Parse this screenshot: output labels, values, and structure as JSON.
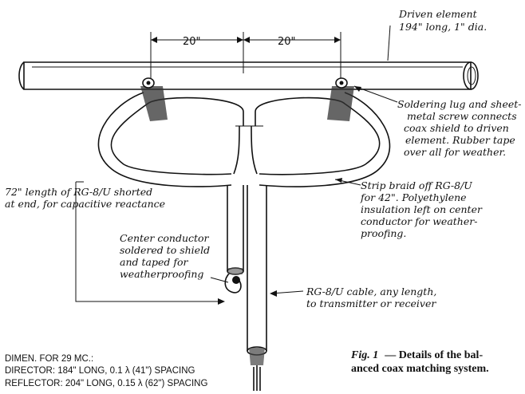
{
  "labels": {
    "driven_element": [
      "Driven element",
      "194\" long, 1\" dia."
    ],
    "dim_left": "20\"",
    "dim_right": "20\"",
    "soldering_lug": [
      "Soldering lug and sheet-",
      "metal screw connects",
      "coax shield to driven",
      "element. Rubber tape",
      "over all for weather."
    ],
    "shorted_length": [
      "72\" length of RG-8/U shorted",
      "at end, for capacitive reactance"
    ],
    "strip_braid": [
      "Strip braid off RG-8/U",
      "for 42\". Polyethylene",
      "insulation left on center",
      "conductor for weather-",
      "proofing."
    ],
    "center_conductor": [
      "Center conductor",
      "soldered to shield",
      "and taped for",
      "weatherproofing"
    ],
    "rg_cable": [
      "RG-8/U cable, any length,",
      "to transmitter or receiver"
    ]
  },
  "dimensions": {
    "heading": "DIMEN. FOR 29 MC.:",
    "director": "DIRECTOR: 184\" LONG, 0.1 λ (41\") SPACING",
    "reflector": "REFLECTOR: 204\" LONG, 0.15 λ (62\") SPACING"
  },
  "caption": {
    "fig": "Fig. 1",
    "line1": "— Details of the bal-",
    "line2": "anced coax matching system."
  }
}
